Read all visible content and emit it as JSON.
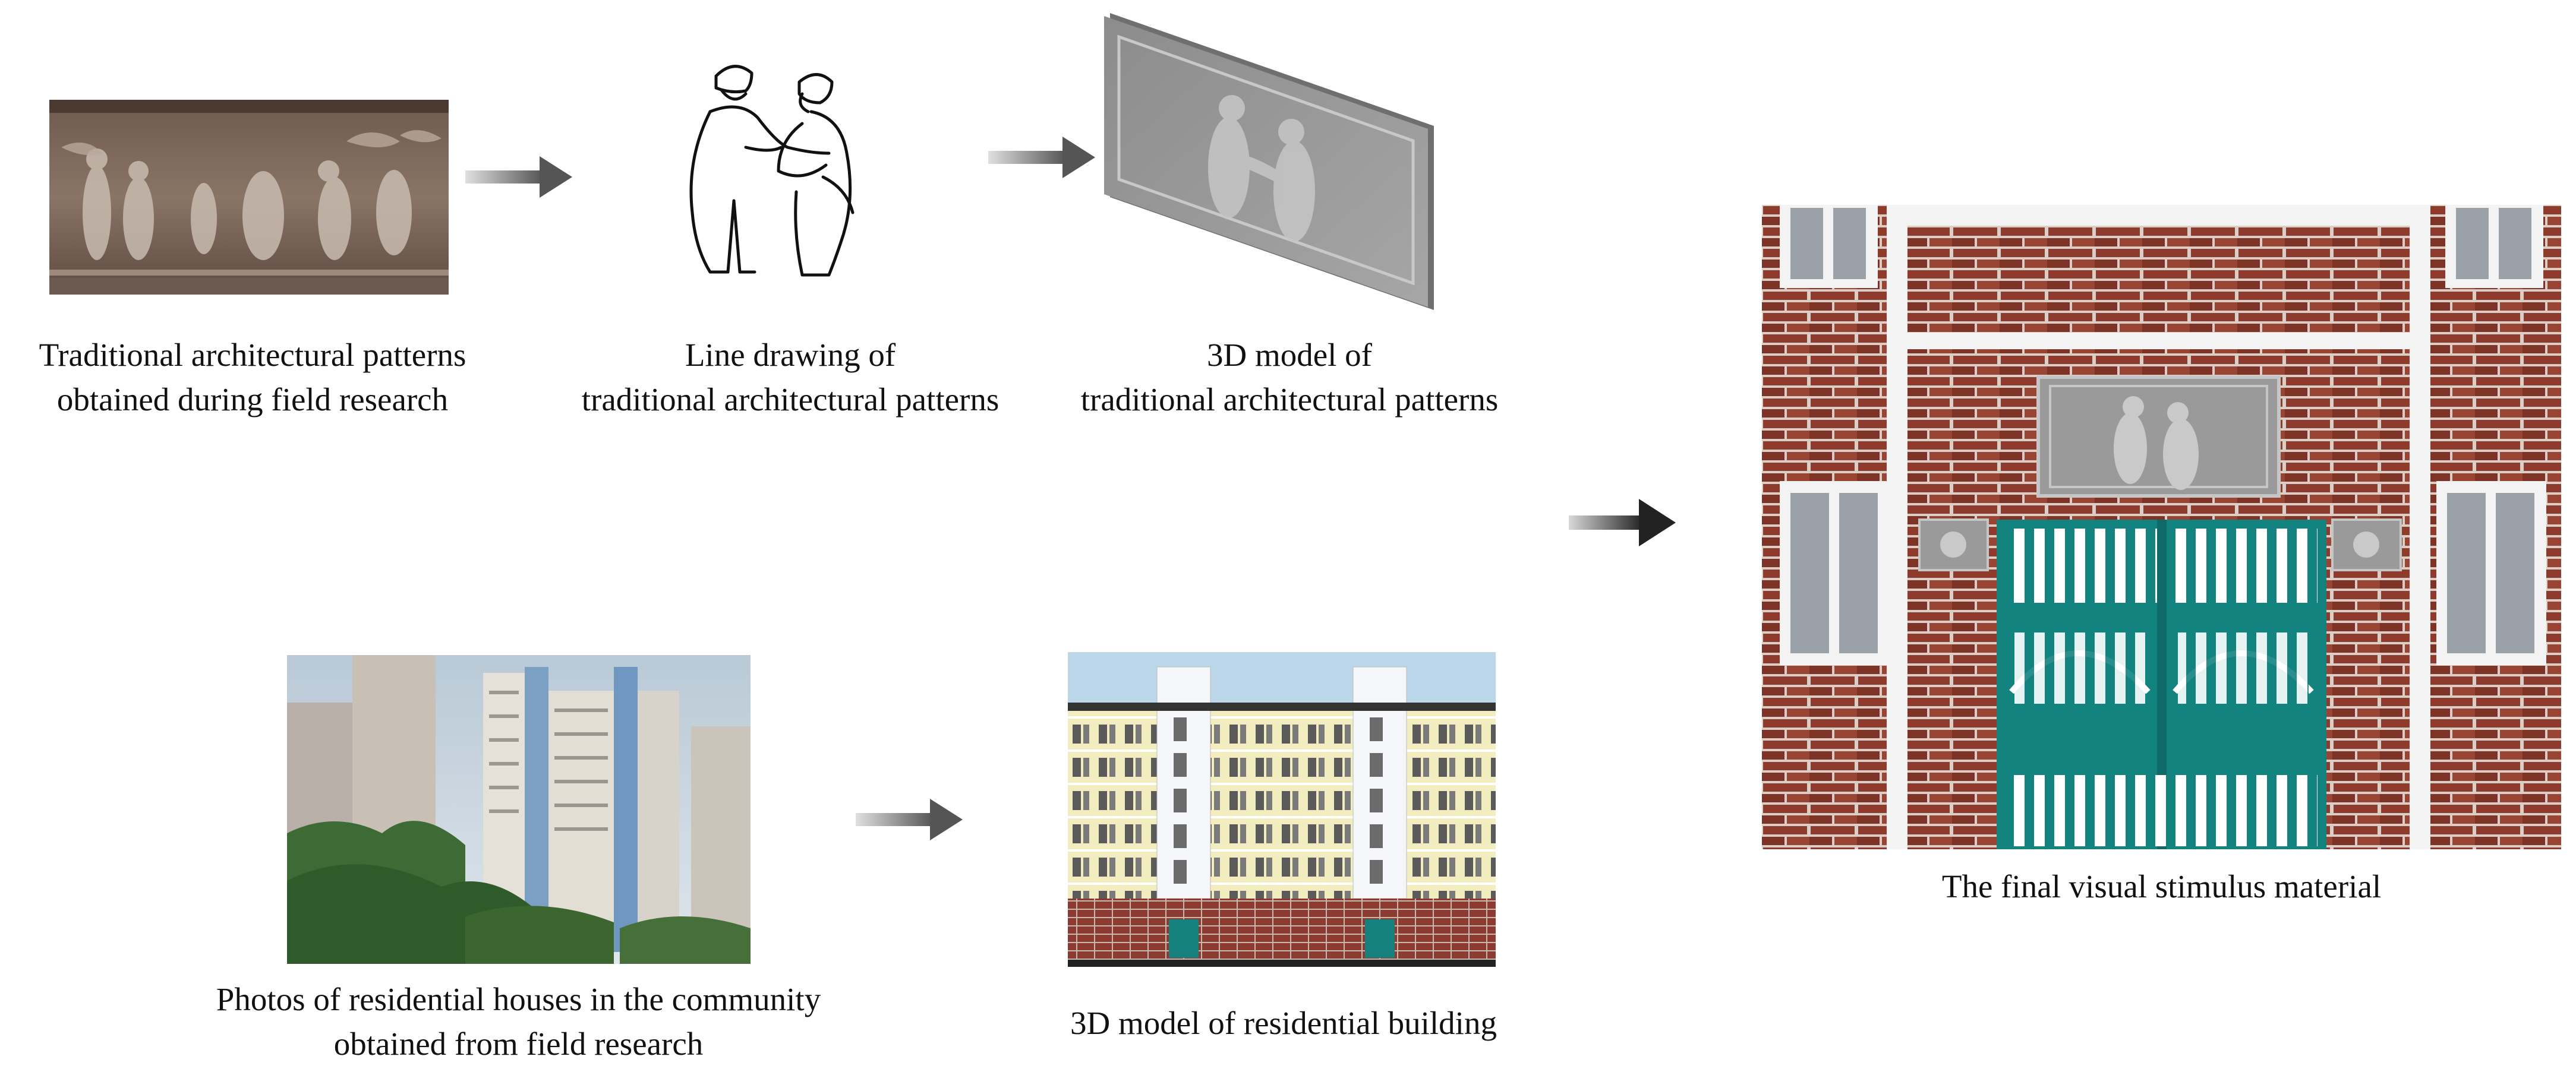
{
  "captions": {
    "field_patterns": [
      "Traditional architectural patterns",
      "obtained during field research"
    ],
    "line_drawing": [
      "Line drawing of",
      "traditional architectural patterns"
    ],
    "model_patterns": [
      "3D model of",
      "traditional architectural patterns"
    ],
    "residential_photos": [
      "Photos of residential houses in the community",
      "obtained from field research"
    ],
    "residential_model": [
      "3D model of residential building"
    ],
    "final": [
      "The final visual stimulus material"
    ]
  },
  "colors": {
    "arrow_dark": "#222222",
    "arrow_light": "#d8d8d8",
    "brick": "#8e3a2c",
    "mortar": "#d9cfc7",
    "gate_teal": "#12837f",
    "stone_gray": "#9a9a9a"
  }
}
